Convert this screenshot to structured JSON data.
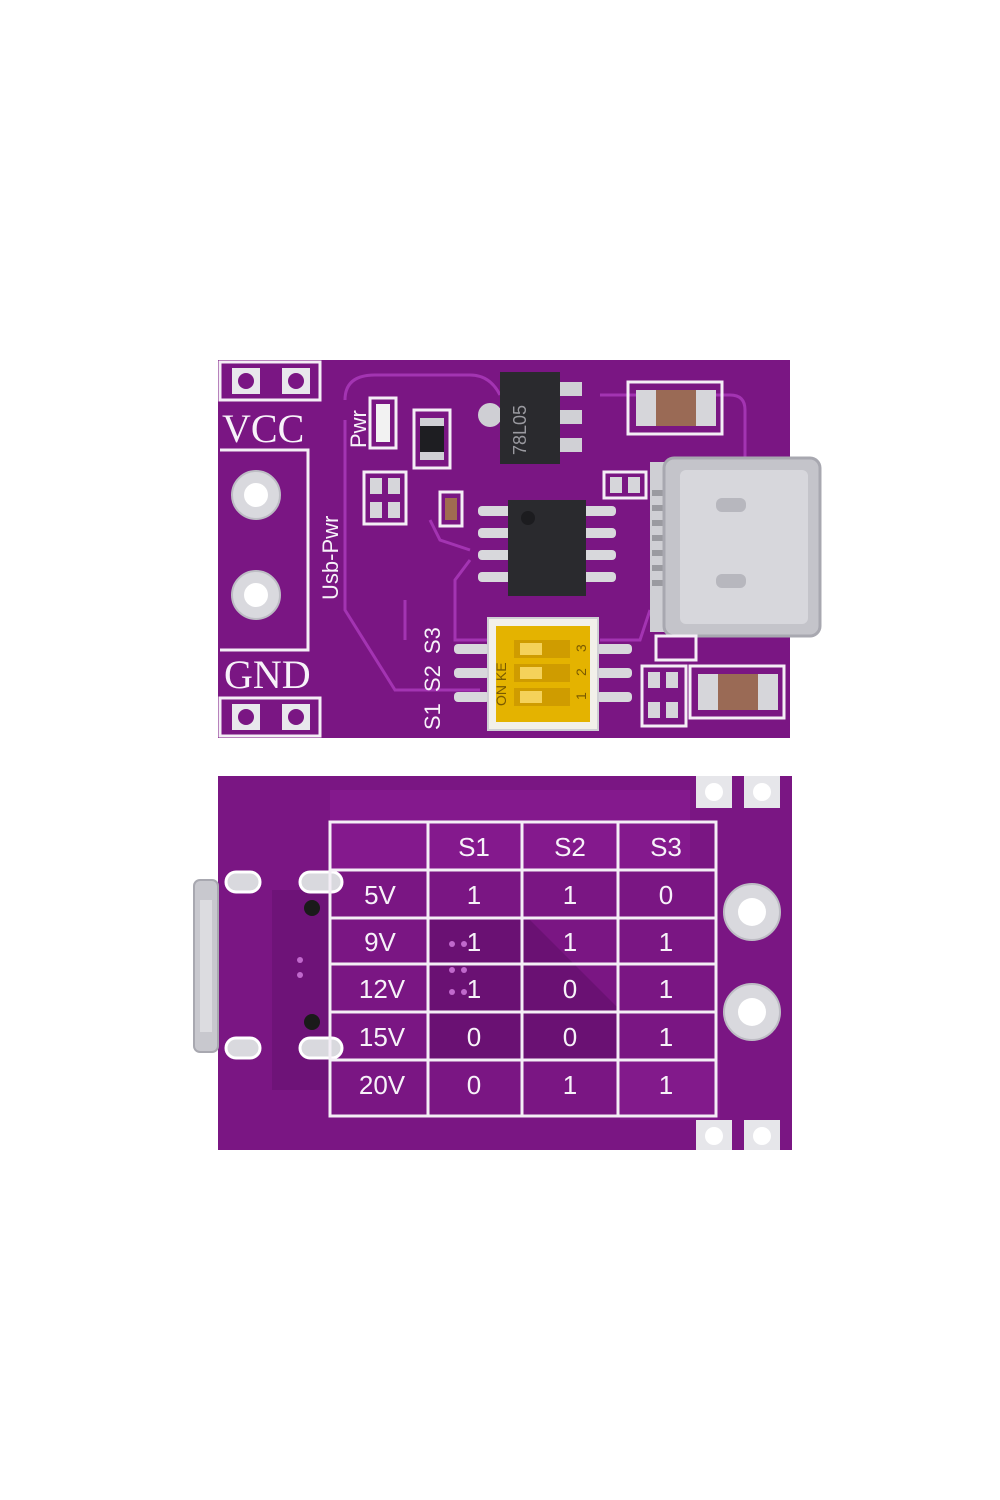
{
  "top_board": {
    "vcc_label": "VCC",
    "gnd_label": "GND",
    "pwr_label": "Pwr",
    "usb_pwr_label": "Usb-Pwr",
    "regulator_marking": "78L05",
    "switch_labels": [
      "S1",
      "S2",
      "S3"
    ],
    "dip_on_label": "ON KE",
    "dip_numbers": [
      "1",
      "2",
      "3"
    ]
  },
  "bottom_board": {
    "table": {
      "headers": [
        "",
        "S1",
        "S2",
        "S3"
      ],
      "rows": [
        {
          "voltage": "5V",
          "s1": "1",
          "s2": "1",
          "s3": "0"
        },
        {
          "voltage": "9V",
          "s1": "1",
          "s2": "1",
          "s3": "1"
        },
        {
          "voltage": "12V",
          "s1": "1",
          "s2": "0",
          "s3": "1"
        },
        {
          "voltage": "15V",
          "s1": "0",
          "s2": "0",
          "s3": "1"
        },
        {
          "voltage": "20V",
          "s1": "0",
          "s2": "1",
          "s3": "1"
        }
      ]
    }
  },
  "colors": {
    "pcb": "#7a1683",
    "pcb_dark": "#5c0f66",
    "silkscreen": "#f4eef6",
    "copper_pad": "#d9d9de",
    "chip": "#2a2a2e",
    "dip_switch": "#e5b600"
  }
}
